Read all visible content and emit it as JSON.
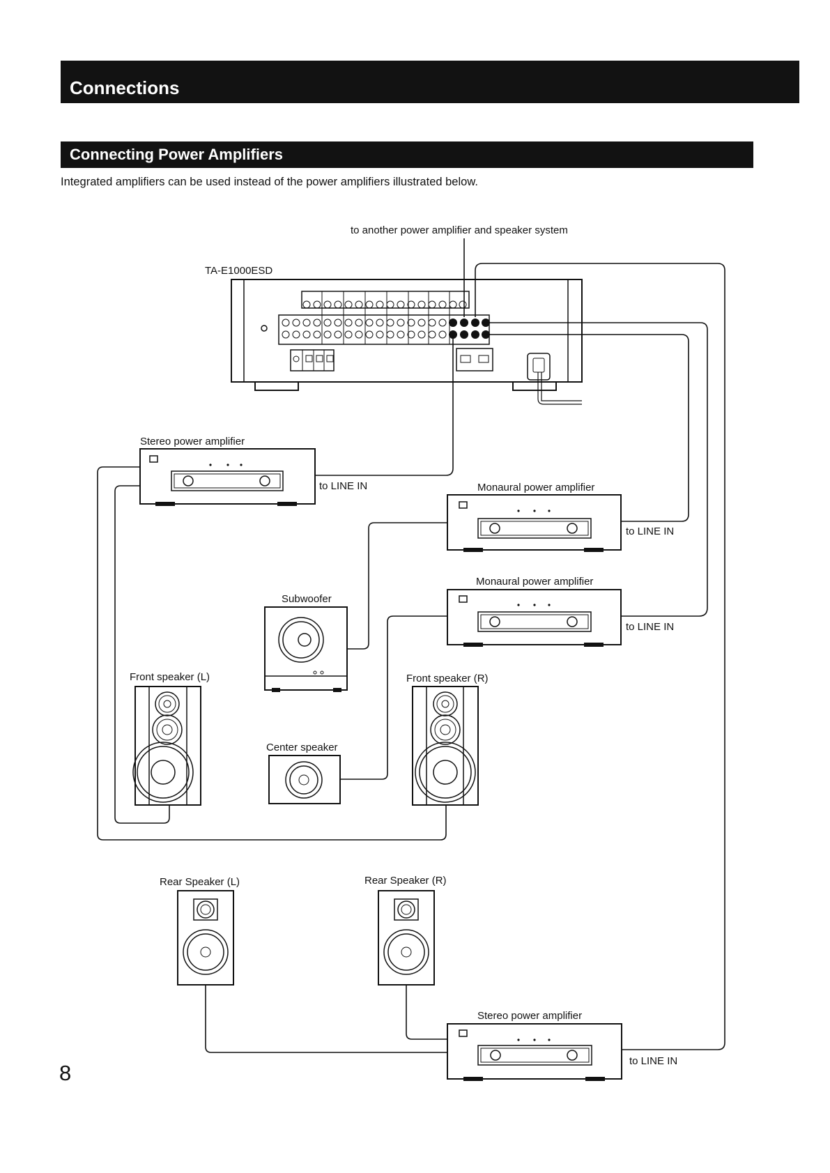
{
  "header": {
    "section_title": "Connections",
    "subsection_title": "Connecting Power Amplifiers",
    "intro": "Integrated amplifiers can be used instead of the power amplifiers illustrated below."
  },
  "diagram": {
    "note_top": "to another power amplifier and speaker system",
    "receiver_label": "TA-E1000ESD",
    "stereo_amp_front_label": "Stereo power amplifier",
    "mono_amp_1_label": "Monaural power amplifier",
    "mono_amp_2_label": "Monaural power amplifier",
    "stereo_amp_rear_label": "Stereo power amplifier",
    "line_in_1": "to LINE IN",
    "line_in_2": "to LINE IN",
    "line_in_3": "to LINE IN",
    "line_in_4": "to LINE IN",
    "subwoofer_label": "Subwoofer",
    "front_left_label": "Front speaker (L)",
    "front_right_label": "Front speaker (R)",
    "center_label": "Center speaker",
    "rear_left_label": "Rear Speaker (L)",
    "rear_right_label": "Rear Speaker (R)"
  },
  "page_number": "8"
}
